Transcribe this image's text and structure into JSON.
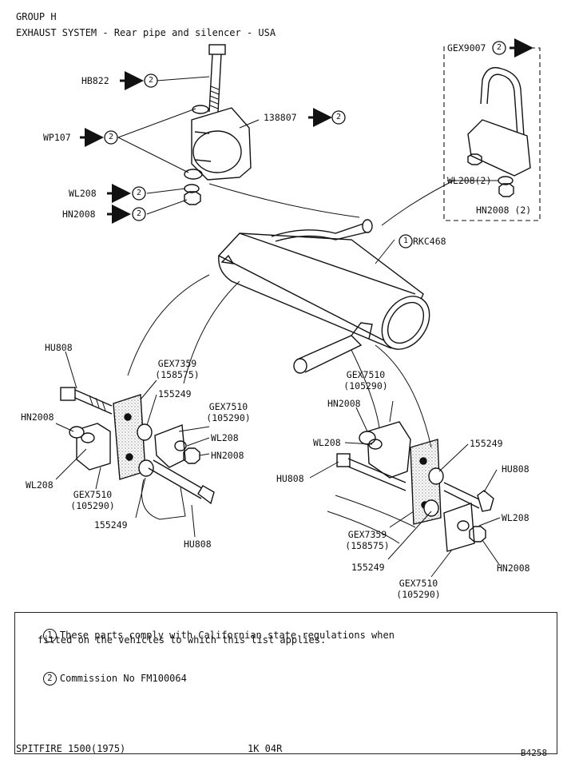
{
  "header": {
    "group": "GROUP H",
    "title": "EXHAUST SYSTEM - Rear pipe and silencer - USA"
  },
  "labels": {
    "hb822": "HB822",
    "wp107": "WP107",
    "wl208_top": "WL208",
    "hn2008_top": "HN2008",
    "p138807": "138807",
    "gex9007": "GEX9007",
    "wl208_2": "WL208(2)",
    "hn2008_2": "HN2008 (2)",
    "rkc468": "RKC468",
    "ref1": "1",
    "ref2": "2",
    "hu808_l": "HU808",
    "hn2008_l": "HN2008",
    "wl208_l": "WL208",
    "gex7510_l_bot": "GEX7510\n(105290)",
    "p155249_l_bot": "155249",
    "hu808_l_bot": "HU808",
    "gex7359_l": "GEX7359\n(158575)",
    "p155249_l_top": "155249",
    "gex7510_l_top": "GEX7510\n(105290)",
    "wl208_l2": "WL208",
    "hn2008_l2": "HN2008",
    "gex7510_r_top": "GEX7510\n(105290)",
    "hn2008_r": "HN2008",
    "wl208_r": "WL208",
    "hu808_r": "HU808",
    "p155249_r_top": "155249",
    "hu808_r2": "HU808",
    "wl208_r2": "WL208",
    "hn2008_r2": "HN2008",
    "gex7359_r": "GEX7359\n(158575)",
    "p155249_r_bot": "155249",
    "gex7510_r_bot": "GEX7510\n(105290)"
  },
  "notes": {
    "n1_mark": "1",
    "n1_line1": "These parts comply with Californian state regulations when",
    "n1_line2": "fitted on the vehicles to which this list applies.",
    "n2_mark": "2",
    "n2_text": "Commission No FM100064"
  },
  "footer": {
    "model": "SPITFIRE 1500(1975)",
    "page": "1K 04R",
    "ref": "B4258"
  }
}
